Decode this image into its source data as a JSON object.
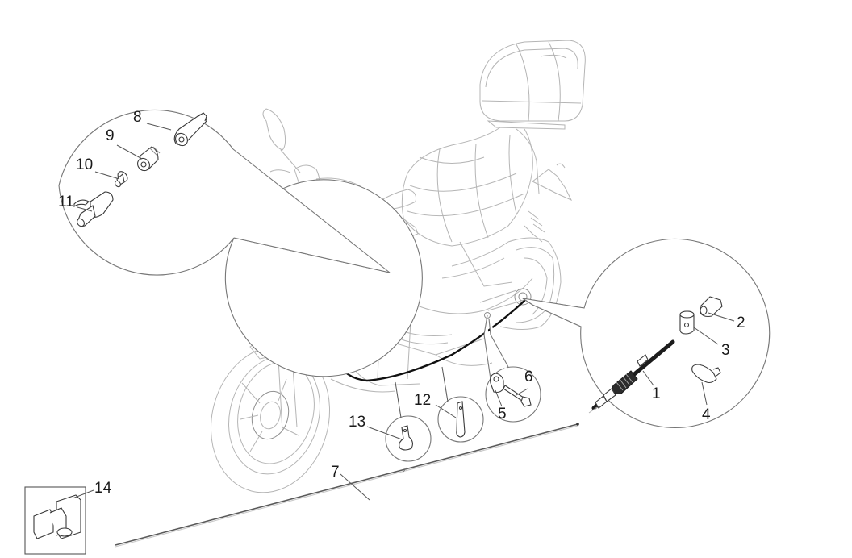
{
  "diagram": {
    "type": "exploded-parts-diagram",
    "subject": "scooter cable assembly",
    "colors": {
      "line_art": "#b5b5b5",
      "callout_outline": "#777777",
      "highlighted_cable": "#111111",
      "label_text": "#1a1a1a",
      "background": "#ffffff"
    },
    "callouts": [
      {
        "id": "left-detail",
        "parts": [
          "8",
          "9",
          "10",
          "11"
        ]
      },
      {
        "id": "right-detail",
        "parts": [
          "1",
          "2",
          "3",
          "4"
        ]
      },
      {
        "id": "bracket-detail",
        "parts": [
          "5",
          "6"
        ]
      },
      {
        "id": "clip-12-detail",
        "parts": [
          "12"
        ]
      },
      {
        "id": "clip-13-detail",
        "parts": [
          "13"
        ]
      },
      {
        "id": "box-detail",
        "parts": [
          "14"
        ]
      }
    ],
    "labels": {
      "p1": "1",
      "p2": "2",
      "p3": "3",
      "p4": "4",
      "p5": "5",
      "p6": "6",
      "p7": "7",
      "p8": "8",
      "p9": "9",
      "p10": "10",
      "p11": "11",
      "p12": "12",
      "p13": "13",
      "p14": "14"
    }
  }
}
